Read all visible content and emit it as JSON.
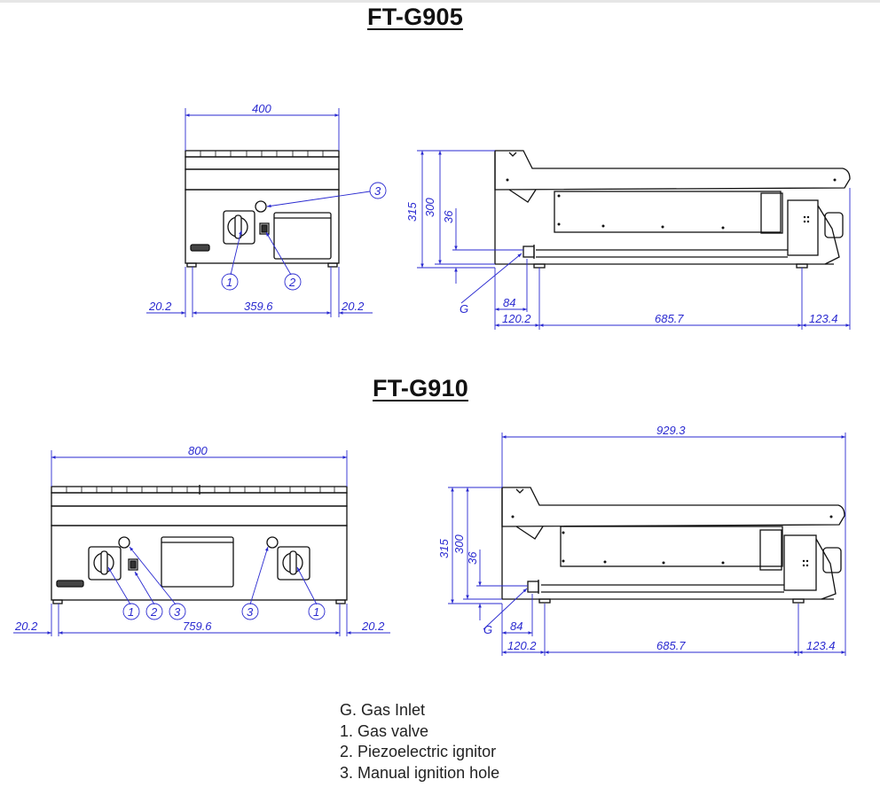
{
  "titles": {
    "model_1": "FT-G905",
    "model_2": "FT-G910"
  },
  "colors": {
    "dimension_lines": "#2a2ad0",
    "drawing_lines": "#111111",
    "background": "#ffffff"
  },
  "ft_g905": {
    "front_view": {
      "width_total": "400",
      "left_offset": "20.2",
      "feet_span": "359.6",
      "right_offset": "20.2",
      "callouts": [
        "1",
        "2",
        "3"
      ]
    },
    "side_view": {
      "height_total": "315",
      "height_body": "300",
      "gas_inlet_height": "36",
      "gas_inlet_label": "G",
      "gas_inlet_offset": "84",
      "front_to_foot": "120.2",
      "feet_span": "685.7",
      "rear_overhang": "123.4"
    }
  },
  "ft_g910": {
    "front_view": {
      "width_total": "800",
      "left_offset": "20.2",
      "feet_span": "759.6",
      "right_offset": "20.2",
      "callouts": [
        "1",
        "2",
        "3",
        "3",
        "1"
      ]
    },
    "side_view": {
      "depth_total": "929.3",
      "height_total": "315",
      "height_body": "300",
      "gas_inlet_height": "36",
      "gas_inlet_label": "G",
      "gas_inlet_offset": "84",
      "front_to_foot": "120.2",
      "feet_span": "685.7",
      "rear_overhang": "123.4"
    }
  },
  "legend": [
    "G. Gas Inlet",
    "1. Gas valve",
    "2. Piezoelectric ignitor",
    "3. Manual ignition hole"
  ]
}
